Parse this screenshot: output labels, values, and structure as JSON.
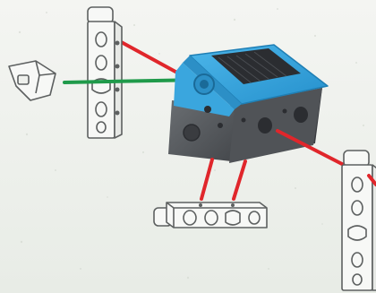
{
  "diagram": {
    "type": "exploded-assembly-view",
    "background": {
      "top": "#f4f5f2",
      "bottom": "#e8ece6"
    },
    "colors": {
      "hub_body": "#5c5f63",
      "hub_body_dark": "#3a3c40",
      "hub_top": "#3aa6de",
      "hub_top_dark": "#1f7fb5",
      "hub_grille": "#2b2d31",
      "part_fill": "#f7f8f6",
      "part_stroke": "#5d6060",
      "connector_red": "#e0262b",
      "connector_green": "#1f9a4a"
    },
    "parts": [
      "hub-motor",
      "vertical-beam-left",
      "vertical-beam-right",
      "horizontal-beam-bottom",
      "angled-connector"
    ],
    "connectors": [
      {
        "name": "connector-hub-to-left-beam",
        "color": "red"
      },
      {
        "name": "connector-angled-to-hub-port",
        "color": "green"
      },
      {
        "name": "connector-hub-to-right-beam",
        "color": "red"
      },
      {
        "name": "connector-hub-to-bottom-beam-1",
        "color": "red"
      },
      {
        "name": "connector-hub-to-bottom-beam-2",
        "color": "red"
      }
    ]
  }
}
